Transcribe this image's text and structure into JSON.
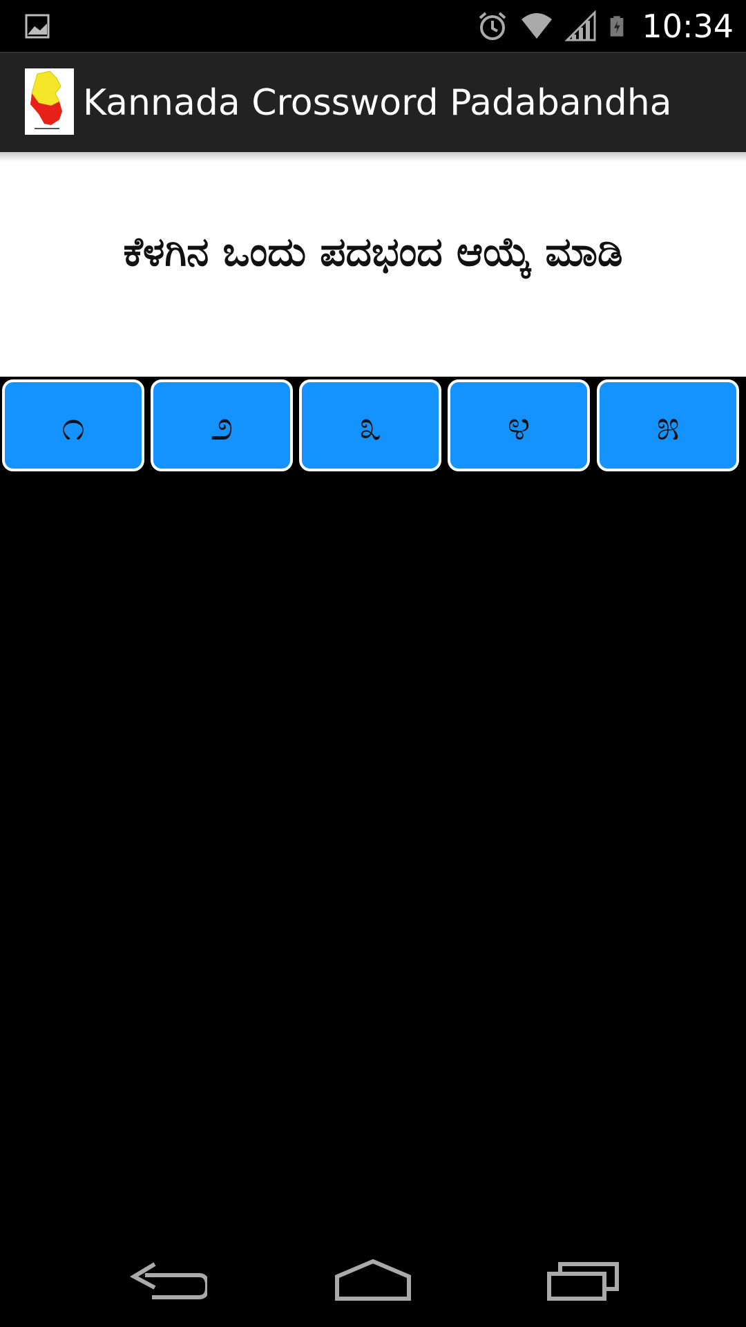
{
  "status_bar": {
    "left_icon": "image-icon",
    "icons": [
      "alarm-icon",
      "wifi-icon",
      "signal-icon",
      "battery-icon"
    ],
    "time": "10:34"
  },
  "action_bar": {
    "title": "Kannada Crossword Padabandha",
    "logo_icon": "karnataka-map-logo"
  },
  "main": {
    "instruction": "ಕೆಳಗಿನ ಒಂದು ಪದಭಂದ ಆಯ್ಕೆ ಮಾಡಿ",
    "puzzles": [
      "೧",
      "೨",
      "೩",
      "೪",
      "೫"
    ]
  },
  "colors": {
    "button_bg": "#1493FF",
    "action_bar_bg": "#222222"
  },
  "nav_bar": {
    "icons": [
      "back-icon",
      "home-icon",
      "recent-apps-icon"
    ]
  }
}
